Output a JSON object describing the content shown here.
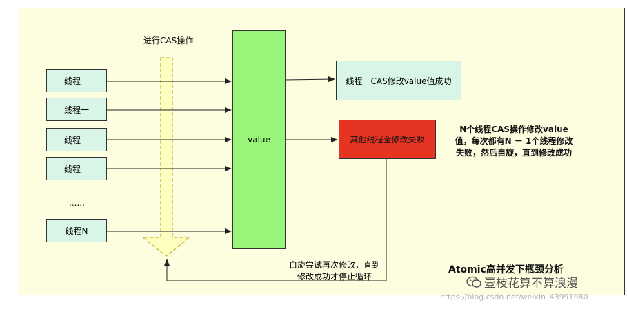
{
  "diagram": {
    "cas_label": "进行CAS操作",
    "threads": [
      "线程一",
      "线程一",
      "线程一",
      "线程一",
      "线程N"
    ],
    "ellipsis": "......",
    "value_label": "value",
    "success_label": "线程一CAS修改value值成功",
    "fail_label": "其他线程全修改失败",
    "note_lines": [
      "N个线程CAS操作修改value",
      "值，每次都有N － 1个线程修改",
      "失败，然后自旋，直到修改成功"
    ],
    "retry_lines": [
      "自旋尝试再次修改，直到",
      "修改成功才停止循环"
    ],
    "title": "Atomic高并发下瓶颈分析"
  },
  "watermark": {
    "brand": "壹枝花算不算浪漫",
    "url": "https://blog.csdn.net/weixin_43991980"
  },
  "colors": {
    "background": "#fdfde0",
    "thread_fill": "#d8f5e8",
    "value_fill": "#99f57a",
    "fail_fill": "#e53522",
    "cas_arrow_fill": "#ffffc0"
  }
}
